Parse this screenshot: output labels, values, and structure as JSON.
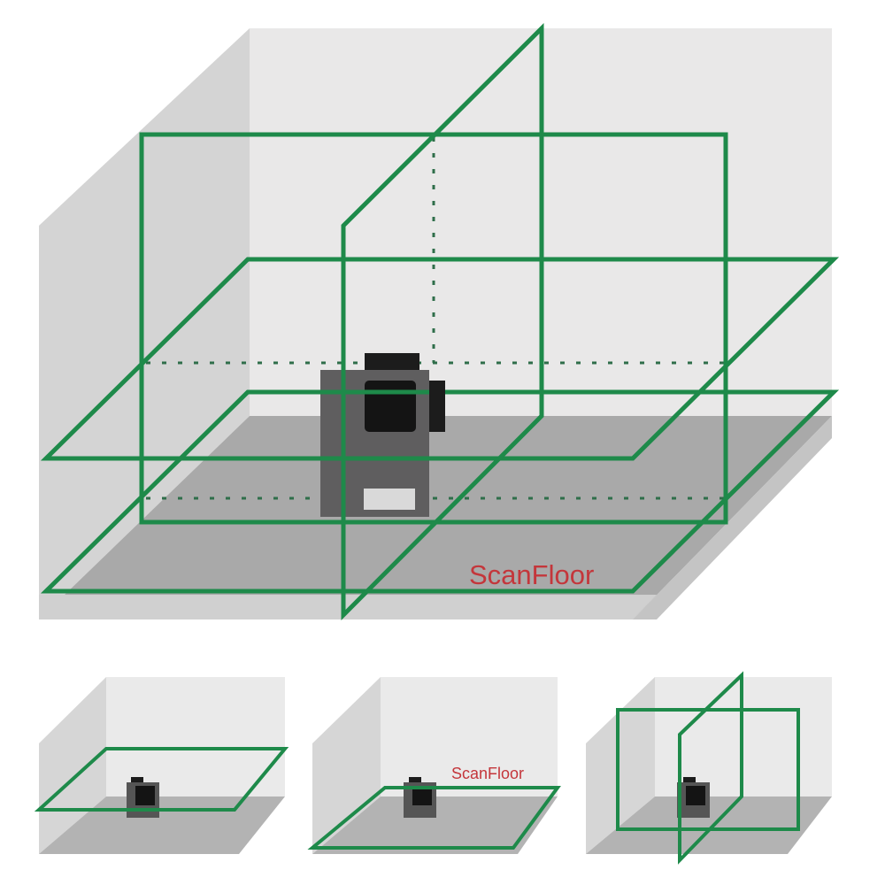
{
  "main_diagram": {
    "label": "ScanFloor"
  },
  "thumbnails": [
    {
      "name": "horizontal-line-mode"
    },
    {
      "name": "floor-scan-mode",
      "label": "ScanFloor"
    },
    {
      "name": "vertical-cross-mode"
    }
  ],
  "colors": {
    "laser": "#1e8a4a",
    "label": "#c4363b",
    "wall": "#e8e8e8",
    "floor": "#a9a9a9"
  }
}
